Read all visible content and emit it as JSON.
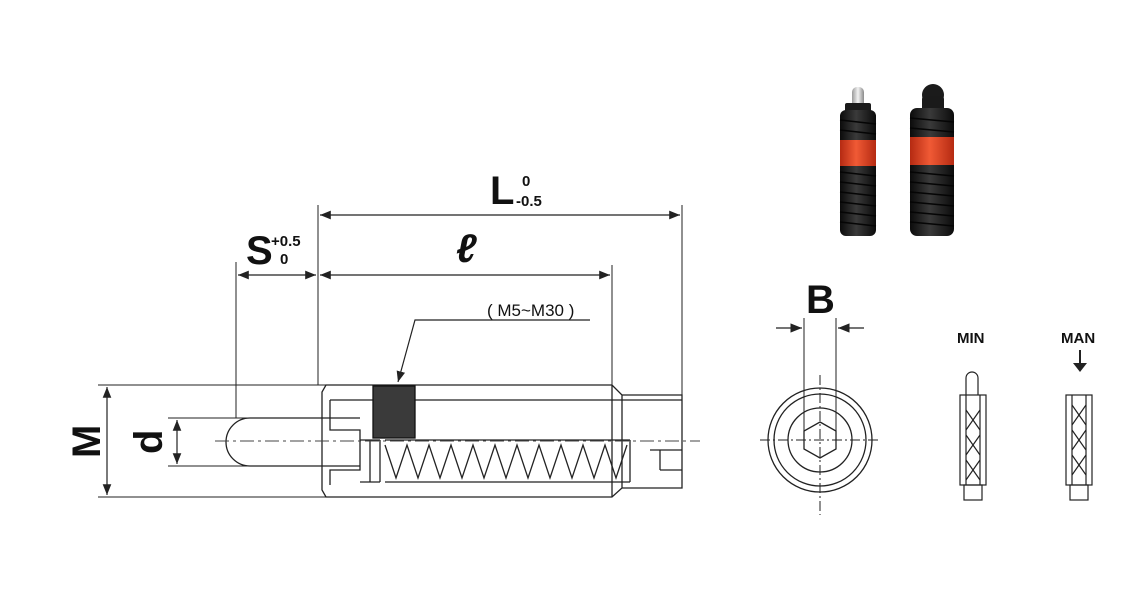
{
  "dimensions": {
    "L": {
      "symbol": "L",
      "tol_upper": "0",
      "tol_lower": "-0.5"
    },
    "l": {
      "symbol": "ℓ"
    },
    "S": {
      "symbol": "S",
      "tol_upper": "+0.5",
      "tol_lower": "0"
    },
    "M": {
      "symbol": "M"
    },
    "d": {
      "symbol": "d"
    },
    "B": {
      "symbol": "B"
    }
  },
  "thread_range": "( M5~M30 )",
  "states": {
    "min": "MIN",
    "max": "MAN"
  },
  "colors": {
    "line": "#222222",
    "band": "#e0401f",
    "body": "#141414",
    "hatch": "#3a3a3a"
  }
}
